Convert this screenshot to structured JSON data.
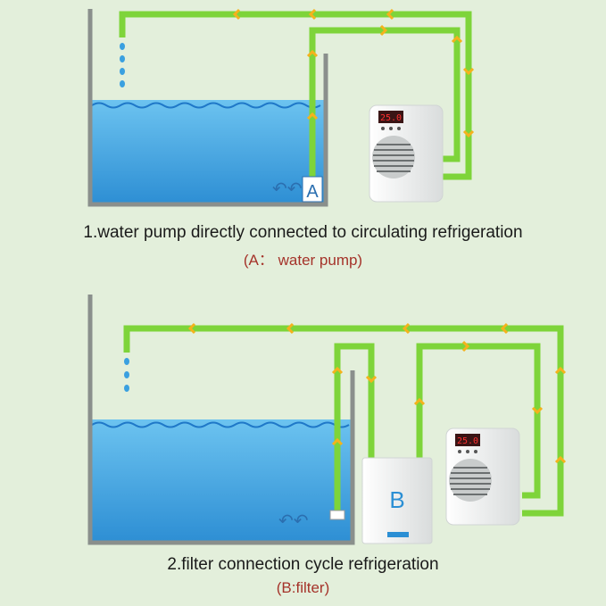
{
  "diagram1": {
    "caption": "1.water pump directly connected to circulating refrigeration",
    "sub": "(A： water pump)",
    "device_label": "A"
  },
  "diagram2": {
    "caption": "2.filter connection cycle refrigeration",
    "sub": "(B:filter)",
    "device_label": "B"
  },
  "colors": {
    "background": "#e3efdb",
    "pipe": "#7ed43a",
    "arrow": "#f5b21c",
    "water": "#4aa8e0",
    "wall": "#8a8f8c",
    "caption": "#1a1a1a",
    "subcaption": "#a5332a"
  }
}
